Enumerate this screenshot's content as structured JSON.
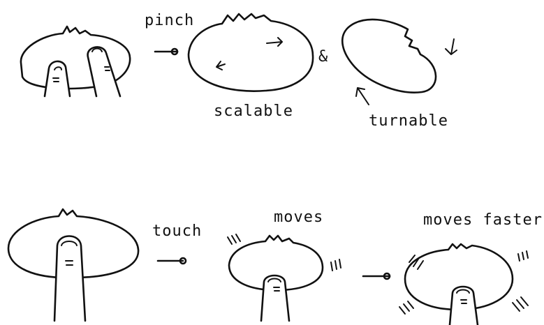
{
  "labels": {
    "pinch": "pinch",
    "scalable": "scalable",
    "and": "&",
    "turnable": "turnable",
    "touch": "touch",
    "moves": "moves",
    "moves_faster": "moves faster"
  },
  "colors": {
    "ink": "#111111",
    "background": "#ffffff"
  }
}
